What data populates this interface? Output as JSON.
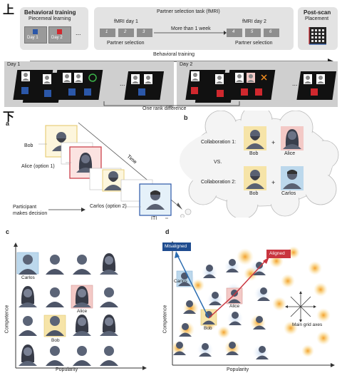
{
  "markers": {
    "top": "上",
    "bottom": "下"
  },
  "top_section": {
    "behavioral_training": {
      "title": "Behavioral training",
      "subtitle": "Piecemeal learning",
      "day_labels": [
        "Day 1",
        "Day 2"
      ],
      "ellipsis": "..."
    },
    "partner_selection": {
      "title": "Partner selection task (fMRI)",
      "day1_label": "fMRI day 1",
      "day2_label": "fMRI day 2",
      "gap_label": "More than 1 week",
      "blocks_day1": [
        "1",
        "2",
        "3"
      ],
      "blocks_day2": [
        "4",
        "5",
        "6"
      ],
      "sub_label": "Partner selection"
    },
    "post_scan": {
      "title": "Post-scan",
      "subtitle": "Placement"
    },
    "training_arrow_label": "Behavioral training",
    "strip": {
      "day1_label": "Day 1",
      "day2_label": "Day 2",
      "ellipsis": "...",
      "bottom_label": "One rank difference"
    }
  },
  "panel_a": {
    "letter": "a",
    "bob": "Bob",
    "alice": "Alice (option 1)",
    "carlos": "Carlos (option 2)",
    "time": "Time",
    "participant": "Participant\nmakes decision",
    "iti": "ITI"
  },
  "panel_b": {
    "letter": "b",
    "collab1": "Collaboration 1:",
    "collab2": "Collaboration 2:",
    "vs": "VS.",
    "plus": "+",
    "names_row1": [
      "Bob",
      "Alice"
    ],
    "names_row2": [
      "Bob",
      "Carlos"
    ]
  },
  "panel_c": {
    "letter": "c",
    "xlabel": "Popularity",
    "ylabel": "Competence",
    "labels": {
      "carlos": "Carlos",
      "alice": "Alice",
      "bob": "Bob"
    }
  },
  "panel_d": {
    "letter": "d",
    "xlabel": "Popularity",
    "ylabel": "Competence",
    "misaligned": "Misaligned",
    "aligned": "Aligned",
    "main_grid_axes": "Main grid axes",
    "labels": {
      "carlos": "Carlos",
      "alice": "Alice",
      "bob": "Bob"
    }
  },
  "colors": {
    "blue_marker": "#2b57a8",
    "red_marker": "#d0282e",
    "yellow_highlight": "#f6e4a8",
    "pink_highlight": "#f3c9c6",
    "blue_highlight": "#bcd8ec",
    "misaligned_box": "#1f4c8f",
    "aligned_box": "#c9353f",
    "gray_box": "#e3e3e3",
    "glow": "#f6a623"
  }
}
